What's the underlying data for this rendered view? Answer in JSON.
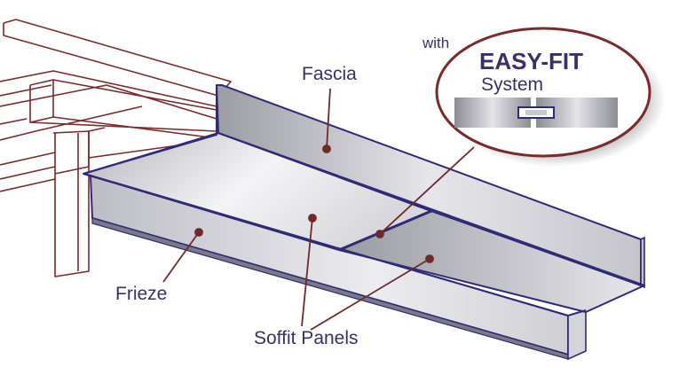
{
  "labels": {
    "fascia": "Fascia",
    "frieze": "Frieze",
    "soffit_panels": "Soffit Panels"
  },
  "callout": {
    "with": "with",
    "brand": "EASY-FIT",
    "system": "System"
  },
  "colors": {
    "structure": "#7a2a2a",
    "outline": "#2e2a78",
    "label": "#3a2e6b",
    "leader": "#6e2a2a",
    "panel_dark": "#a8a8b0",
    "panel_light": "#f2f2f4"
  }
}
